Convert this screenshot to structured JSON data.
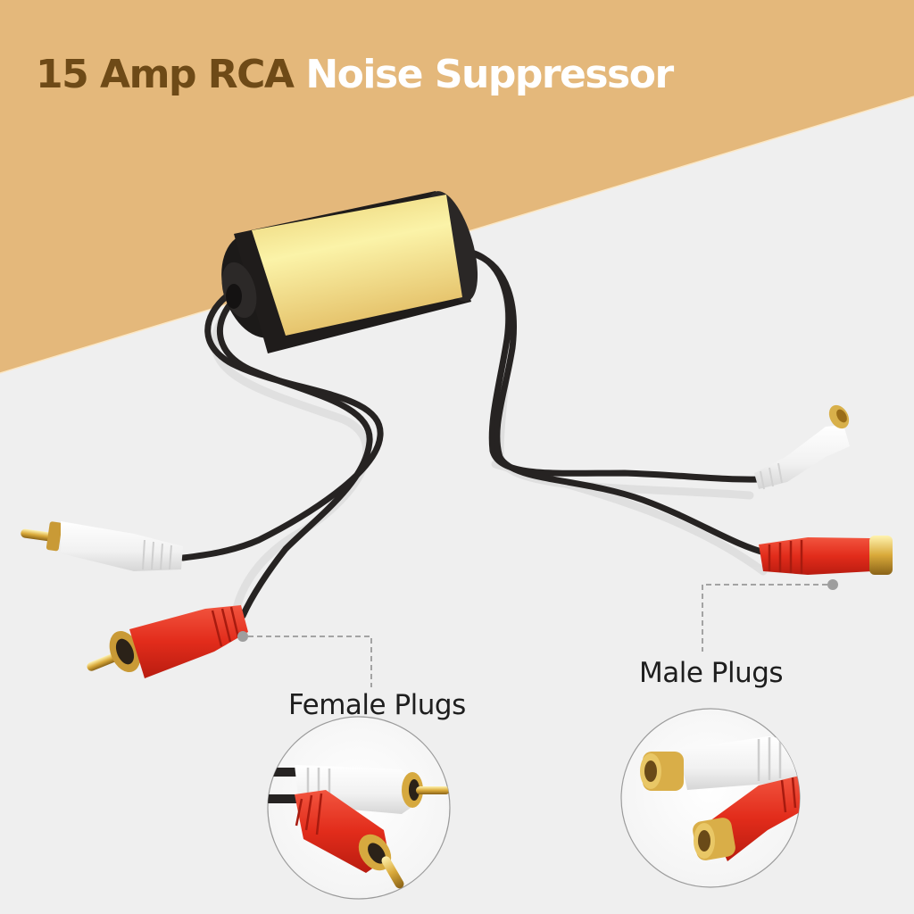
{
  "title": {
    "part1": "15 Amp RCA",
    "part2": "Noise Suppressor"
  },
  "callouts": {
    "female": "Female Plugs",
    "male": "Male Plugs"
  },
  "colors": {
    "background_band": "#e4b87b",
    "background": "#efefef",
    "title_dark": "#6e4a17",
    "title_light": "#ffffff",
    "gold_body": "#f4e59a",
    "cable": "#262322",
    "plug_red": "#e8311f",
    "plug_white": "#f6f6f6",
    "leader_line": "#8a8a8a"
  },
  "product": {
    "device": "noise-suppressor-cylinder",
    "connectors_left": [
      "white-rca-male-plug",
      "red-rca-male-plug"
    ],
    "connectors_right": [
      "white-rca-female-jack",
      "red-rca-female-jack"
    ]
  },
  "insets": [
    {
      "label_ref": "callouts.female",
      "content": "red-and-white-rca-male-plugs-closeup"
    },
    {
      "label_ref": "callouts.male",
      "content": "red-and-white-rca-female-jacks-closeup"
    }
  ]
}
